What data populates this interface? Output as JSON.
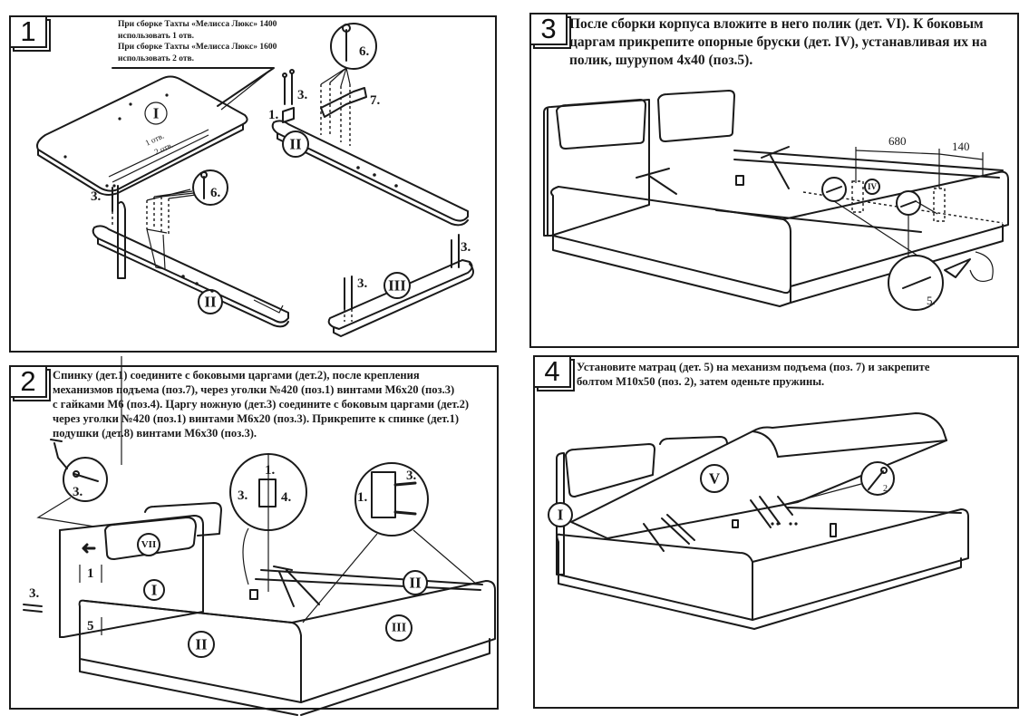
{
  "steps": [
    {
      "number": "1",
      "note_lines": [
        "При сборке Тахты «Мелисса Люкс» 1400",
        "использовать 1 отв.",
        "При сборке Тахты «Мелисса Люкс» 1600",
        "использовать 2 отв."
      ],
      "labels": {
        "part_I": "I",
        "part_II": "II",
        "part_III": "III",
        "hole_1": "1 отв.",
        "hole_2": "2 отв.",
        "pos_1": "1.",
        "pos_3": "3.",
        "pos_6": "6.",
        "pos_7": "7."
      }
    },
    {
      "number": "2",
      "instruction_lines": [
        "Спинку (дет.1) соедините с боковыми царгами (дет.2), после крепления",
        "механизмов подъема (поз.7), через уголки №420 (поз.1) винтами М6х20 (поз.3)",
        "с гайками М6 (поз.4). Царгу ножную (дет.3) соедините с боковым царгами (дет.2)",
        "через уголки №420 (поз.1) винтами М6х20 (поз.3). Прикрепите к спинке (дет.1)",
        "подушки (дет.8) винтами М6х30 (поз.3)."
      ],
      "labels": {
        "part_I": "I",
        "part_II": "II",
        "part_III": "III",
        "part_VII": "VII",
        "pos_1": "1.",
        "pos_3": "3.",
        "pos_4": "4.",
        "mark_1": "1",
        "mark_5": "5"
      }
    },
    {
      "number": "3",
      "instruction_lines": [
        "После сборки корпуса вложите в него полик (дет. VI). К боковым",
        "царгам прикрепите опорные бруски (дет. IV), устанавливая их на",
        "полик, шурупом 4х40 (поз.5)."
      ],
      "labels": {
        "part_IV": "IV",
        "pos_5": "5.",
        "dim_680": "680",
        "dim_140": "140"
      }
    },
    {
      "number": "4",
      "instruction_lines": [
        "Установите матрац (дет. 5) на механизм подъема (поз. 7) и закрепите",
        "болтом М10х50 (поз. 2), затем оденьте пружины."
      ],
      "labels": {
        "part_I": "I",
        "part_V": "V",
        "pos_2": "2."
      }
    }
  ]
}
